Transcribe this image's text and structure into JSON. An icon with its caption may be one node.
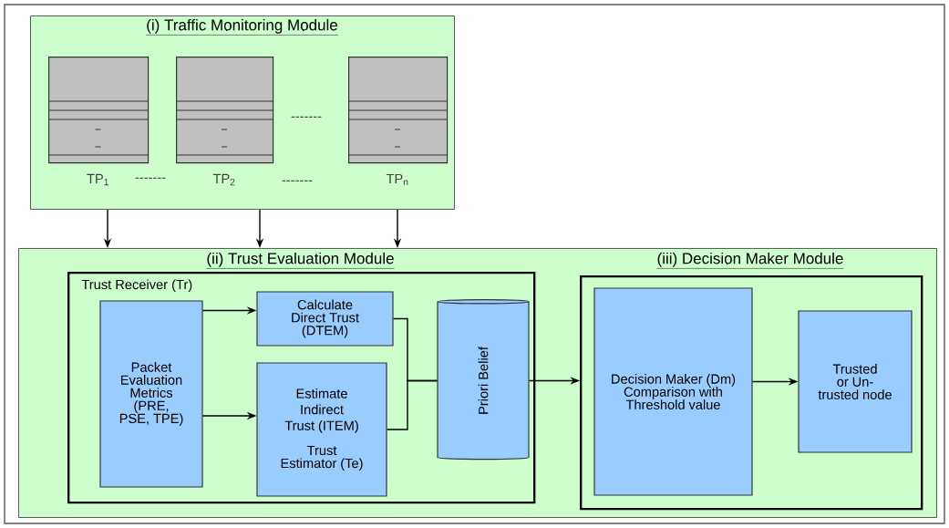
{
  "diagram": {
    "nodes": [
      {
        "text": [
          "(i) Traffic Monitoring Module"
        ]
      },
      {
        "text": [],
        "shape": "box",
        "in": 0,
        "beside": [
          "TP$_{1}$"
        ]
      },
      {
        "text": [],
        "shape": "box",
        "in": 0,
        "beside": [
          "TP$_{2}$"
        ]
      },
      {
        "text": [],
        "shape": "box",
        "in": 0,
        "beside": [
          "TP$_{n}$"
        ]
      },
      {
        "text": [],
        "shape": "box"
      },
      {
        "text": [
          "(ii) Trust Evaluation Module",
          "Trust Receiver (Tr)"
        ],
        "in": 4
      },
      {
        "text": [
          "Packet Evaluation Metrics (PRE, PSE, TPE)"
        ],
        "in": 5
      },
      {
        "text": [
          "Calculate Direct Trust (DTEM)"
        ],
        "in": 5
      },
      {
        "text": [
          "Estimate Indirect Trust (ITEM)",
          "Trust Estimator (Te)"
        ],
        "in": 5
      },
      {
        "text": [
          "Priori Belief"
        ],
        "in": 5
      },
      {
        "text": [
          "(iii) Decision Maker Module"
        ],
        "in": 4
      },
      {
        "text": [
          "Decision Maker (Dm) Comparison with Threshold value"
        ],
        "in": 10
      },
      {
        "text": [
          "Trusted or Un-trusted node"
        ],
        "in": 10
      }
    ],
    "edges": [
      {
        "from": 0,
        "to": 4,
        "arrow": "to"
      },
      {
        "from": 0,
        "to": 4,
        "arrow": "to"
      },
      {
        "from": 0,
        "to": 4,
        "arrow": "to"
      },
      {
        "from": 6,
        "to": 7,
        "arrow": "to"
      },
      {
        "from": 6,
        "to": 8,
        "arrow": "to"
      },
      {
        "from": 7,
        "to": 9,
        "arrow": "none"
      },
      {
        "from": 8,
        "to": 9,
        "arrow": "none"
      },
      {
        "from": 9,
        "to": 10,
        "arrow": "to"
      },
      {
        "from": 11,
        "to": 12,
        "arrow": "to"
      }
    ],
    "labels": [
      "-------",
      "-------",
      "-------"
    ]
  }
}
